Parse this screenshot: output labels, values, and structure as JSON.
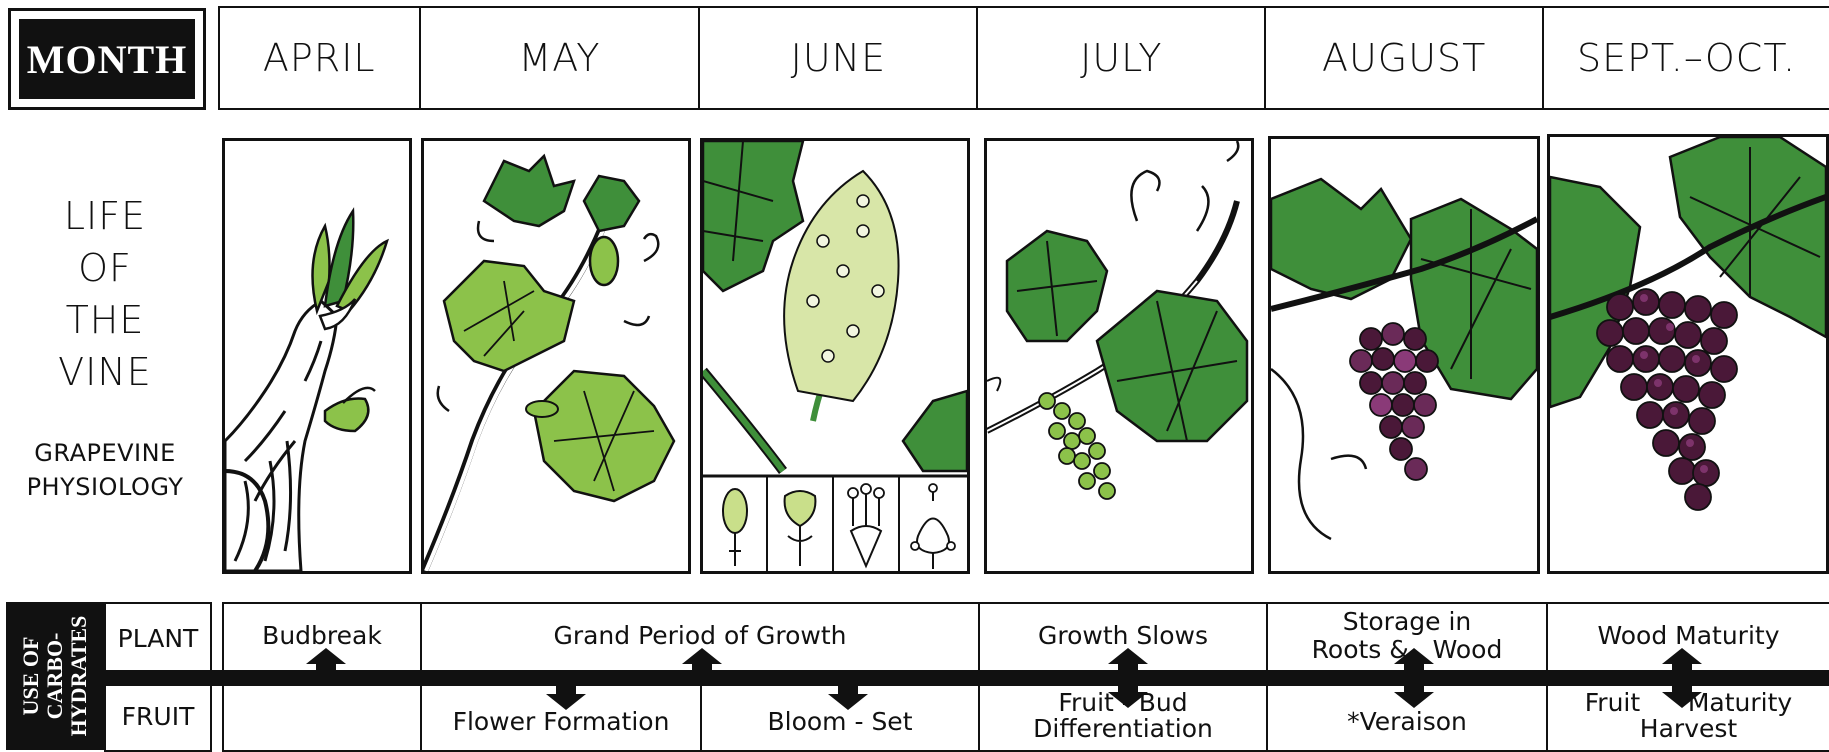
{
  "header": {
    "month_label": "MONTH"
  },
  "months": [
    "APRIL",
    "MAY",
    "JUNE",
    "JULY",
    "AUGUST",
    "SEPT.–OCT."
  ],
  "title": {
    "lines": [
      "LIFE",
      "OF",
      "THE",
      "VINE"
    ],
    "subtitle_1": "GRAPEVINE",
    "subtitle_2": "PHYSIOLOGY"
  },
  "carbohydrates": {
    "side_label_1": "USE OF",
    "side_label_2": "CARBO-",
    "side_label_3": "HYDRATES",
    "plant_label": "PLANT",
    "fruit_label": "FRUIT"
  },
  "plant_row": {
    "april": "Budbreak",
    "may_june": "Grand Period of Growth",
    "july": "Growth Slows",
    "august_1": "Storage in",
    "august_2": "Roots &   Wood",
    "sept_oct": "Wood Maturity"
  },
  "fruit_row": {
    "may": "Flower Formation",
    "june": "Bloom - Set",
    "july_1": "Fruit - Bud",
    "july_2": "Differentiation",
    "august": "*Veraison",
    "sept_oct_1": "Fruit      Maturity",
    "sept_oct_2": "Harvest"
  },
  "colors": {
    "leaf": "#3f8f3a",
    "leaf_light": "#8cc24a",
    "grape": "#4a1838",
    "grape_highlight": "#8a3a78",
    "flower": "#d8e6a8",
    "ink": "#111111"
  }
}
